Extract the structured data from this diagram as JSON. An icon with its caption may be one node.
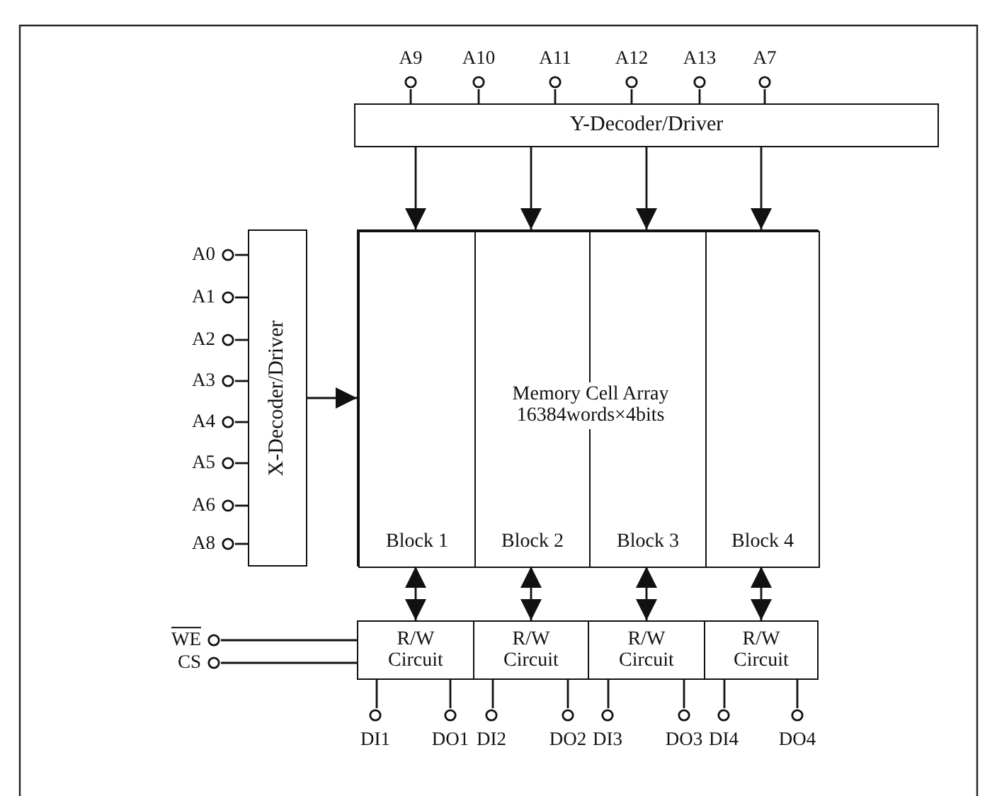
{
  "diagram": {
    "nodes": [
      {
        "text": [
          "Y-Decoder/Driver"
        ]
      },
      {
        "text": [
          "X-Decoder/Driver"
        ]
      },
      {
        "text": [],
        "shape": "box"
      },
      {
        "text": [
          "Block 1"
        ],
        "in": 2
      },
      {
        "text": [
          "Block 2"
        ],
        "in": 2
      },
      {
        "text": [
          "Block 3"
        ],
        "in": 2
      },
      {
        "text": [
          "Block 4"
        ],
        "in": 2
      },
      {
        "text": [
          "R/W Circuit"
        ]
      },
      {
        "text": [
          "R/W Circuit"
        ]
      },
      {
        "text": [
          "R/W Circuit"
        ]
      },
      {
        "text": [
          "R/W Circuit"
        ]
      },
      {
        "text": [
          "A9"
        ]
      },
      {
        "text": [
          "A10"
        ]
      },
      {
        "text": [
          "A11"
        ]
      },
      {
        "text": [
          "A12"
        ]
      },
      {
        "text": [
          "A13"
        ]
      },
      {
        "text": [
          "A7"
        ]
      },
      {
        "text": [
          "A0"
        ]
      },
      {
        "text": [
          "A1"
        ]
      },
      {
        "text": [
          "A2"
        ]
      },
      {
        "text": [
          "A3"
        ]
      },
      {
        "text": [
          "A4"
        ]
      },
      {
        "text": [
          "A5"
        ]
      },
      {
        "text": [
          "A6"
        ]
      },
      {
        "text": [
          "A8"
        ]
      },
      {
        "text": [
          "WE"
        ]
      },
      {
        "text": [
          "CS"
        ]
      },
      {
        "text": [
          "DI1"
        ]
      },
      {
        "text": [
          "DO1"
        ]
      },
      {
        "text": [
          "DI2"
        ]
      },
      {
        "text": [
          "DO2"
        ]
      },
      {
        "text": [
          "DI3"
        ]
      },
      {
        "text": [
          "DO3"
        ]
      },
      {
        "text": [
          "DI4"
        ]
      },
      {
        "text": [
          "DO4"
        ]
      }
    ],
    "edges": [
      {
        "from": 11,
        "to": 0,
        "arrow": "none"
      },
      {
        "from": 12,
        "to": 0,
        "arrow": "none"
      },
      {
        "from": 13,
        "to": 0,
        "arrow": "none"
      },
      {
        "from": 14,
        "to": 0,
        "arrow": "none"
      },
      {
        "from": 15,
        "to": 0,
        "arrow": "none"
      },
      {
        "from": 16,
        "to": 0,
        "arrow": "none"
      },
      {
        "from": 17,
        "to": 1,
        "arrow": "none"
      },
      {
        "from": 18,
        "to": 1,
        "arrow": "none"
      },
      {
        "from": 19,
        "to": 1,
        "arrow": "none"
      },
      {
        "from": 20,
        "to": 1,
        "arrow": "none"
      },
      {
        "from": 21,
        "to": 1,
        "arrow": "none"
      },
      {
        "from": 22,
        "to": 1,
        "arrow": "none"
      },
      {
        "from": 23,
        "to": 1,
        "arrow": "none"
      },
      {
        "from": 24,
        "to": 1,
        "arrow": "none"
      },
      {
        "from": 1,
        "to": 2,
        "arrow": "to"
      },
      {
        "from": 0,
        "to": 3,
        "arrow": "to"
      },
      {
        "from": 0,
        "to": 4,
        "arrow": "to"
      },
      {
        "from": 0,
        "to": 5,
        "arrow": "to"
      },
      {
        "from": 0,
        "to": 6,
        "arrow": "to"
      },
      {
        "from": 3,
        "to": 7,
        "arrow": "both"
      },
      {
        "from": 4,
        "to": 8,
        "arrow": "both"
      },
      {
        "from": 5,
        "to": 9,
        "arrow": "both"
      },
      {
        "from": 6,
        "to": 10,
        "arrow": "both"
      },
      {
        "from": 25,
        "to": 7,
        "arrow": "none"
      },
      {
        "from": 26,
        "to": 7,
        "arrow": "none"
      },
      {
        "from": 7,
        "to": 27,
        "arrow": "none"
      },
      {
        "from": 7,
        "to": 28,
        "arrow": "none"
      },
      {
        "from": 8,
        "to": 29,
        "arrow": "none"
      },
      {
        "from": 8,
        "to": 30,
        "arrow": "none"
      },
      {
        "from": 9,
        "to": 31,
        "arrow": "none"
      },
      {
        "from": 9,
        "to": 32,
        "arrow": "none"
      },
      {
        "from": 10,
        "to": 33,
        "arrow": "none"
      },
      {
        "from": 10,
        "to": 34,
        "arrow": "none"
      }
    ],
    "labels": [
      "Memory Cell Array 16384words×4bits"
    ]
  }
}
